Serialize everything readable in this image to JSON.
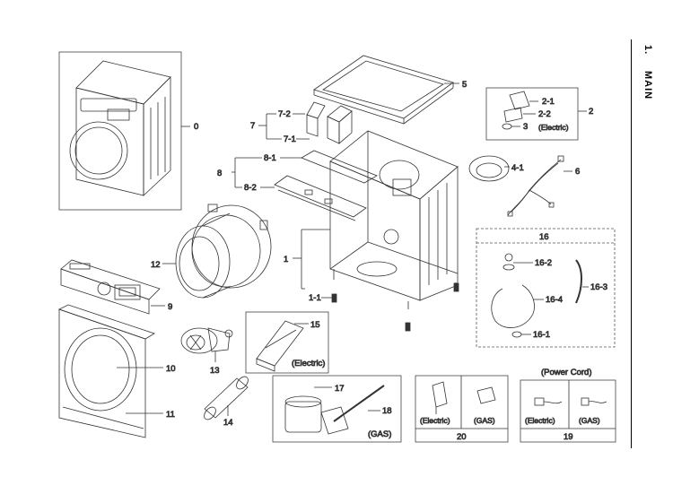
{
  "section": {
    "number": "1.",
    "title": "MAIN"
  },
  "callouts": {
    "p0": "0",
    "p1": "1",
    "p1_1": "1-1",
    "p2": "2",
    "p2_1": "2-1",
    "p2_2": "2-2",
    "p3": "3",
    "p2_note": "(Electric)",
    "p4_1": "4-1",
    "p5": "5",
    "p6": "6",
    "p7": "7",
    "p7_1": "7-1",
    "p7_2": "7-2",
    "p8": "8",
    "p8_1": "8-1",
    "p8_2": "8-2",
    "p9": "9",
    "p10": "10",
    "p11": "11",
    "p12": "12",
    "p13": "13",
    "p14": "14",
    "p15": "15",
    "p15_note": "(Electric)",
    "p16": "16",
    "p16_1": "16-1",
    "p16_2": "16-2",
    "p16_3": "16-3",
    "p16_4": "16-4",
    "p17": "17",
    "p18": "18",
    "p17_18_note": "(GAS)",
    "p20": "20",
    "p20_left": "(Electric)",
    "p20_right": "(GAS)",
    "p19": "19",
    "p19_title": "(Power Cord)",
    "p19_left": "(Electric)",
    "p19_right": "(GAS)"
  },
  "colors": {
    "line": "#333333",
    "dashed_box": "#555555"
  }
}
